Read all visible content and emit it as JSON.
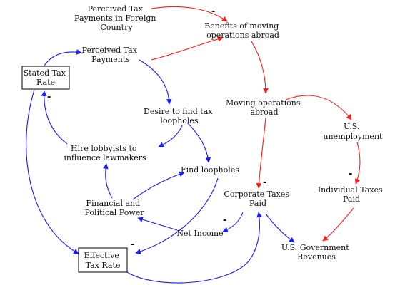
{
  "colors": {
    "blue": "#1a1aff",
    "red": "#ff1a1a",
    "text": "#111111",
    "box": "#000000"
  },
  "nodes": {
    "perceived_foreign": [
      "Perceived Tax",
      "Payments in Foreign",
      "Country"
    ],
    "benefits_abroad": [
      "Benefits of moving",
      "operations abroad"
    ],
    "perceived_tax": [
      "Perceived Tax",
      "Payments"
    ],
    "stated_tax_rate": [
      "Stated Tax",
      "Rate"
    ],
    "moving_abroad": [
      "Moving operations",
      "abroad"
    ],
    "desire_loopholes": [
      "Desire to find tax",
      "loopholes"
    ],
    "us_unemployment": [
      "U.S.",
      "unemployment"
    ],
    "hire_lobbyists": [
      "Hire lobbyists to",
      "influence lawmakers"
    ],
    "find_loopholes": [
      "Find loopholes"
    ],
    "corporate_taxes": [
      "Corporate Taxes",
      "Paid"
    ],
    "individual_taxes": [
      "Individual Taxes",
      "Paid"
    ],
    "financial_power": [
      "Financial and",
      "Political Power"
    ],
    "net_income": [
      "Net Income"
    ],
    "us_gov_revenues": [
      "U.S. Government",
      "Revenues"
    ],
    "effective_tax_rate": [
      "Effective",
      "Tax Rate"
    ]
  },
  "polarities": {
    "foreign_to_benefits": "-",
    "stated_to_hire": "-",
    "moving_to_corporate": "-",
    "unemployment_to_individual": "-",
    "corporate_to_net_income": "-",
    "find_to_effective": "-"
  }
}
